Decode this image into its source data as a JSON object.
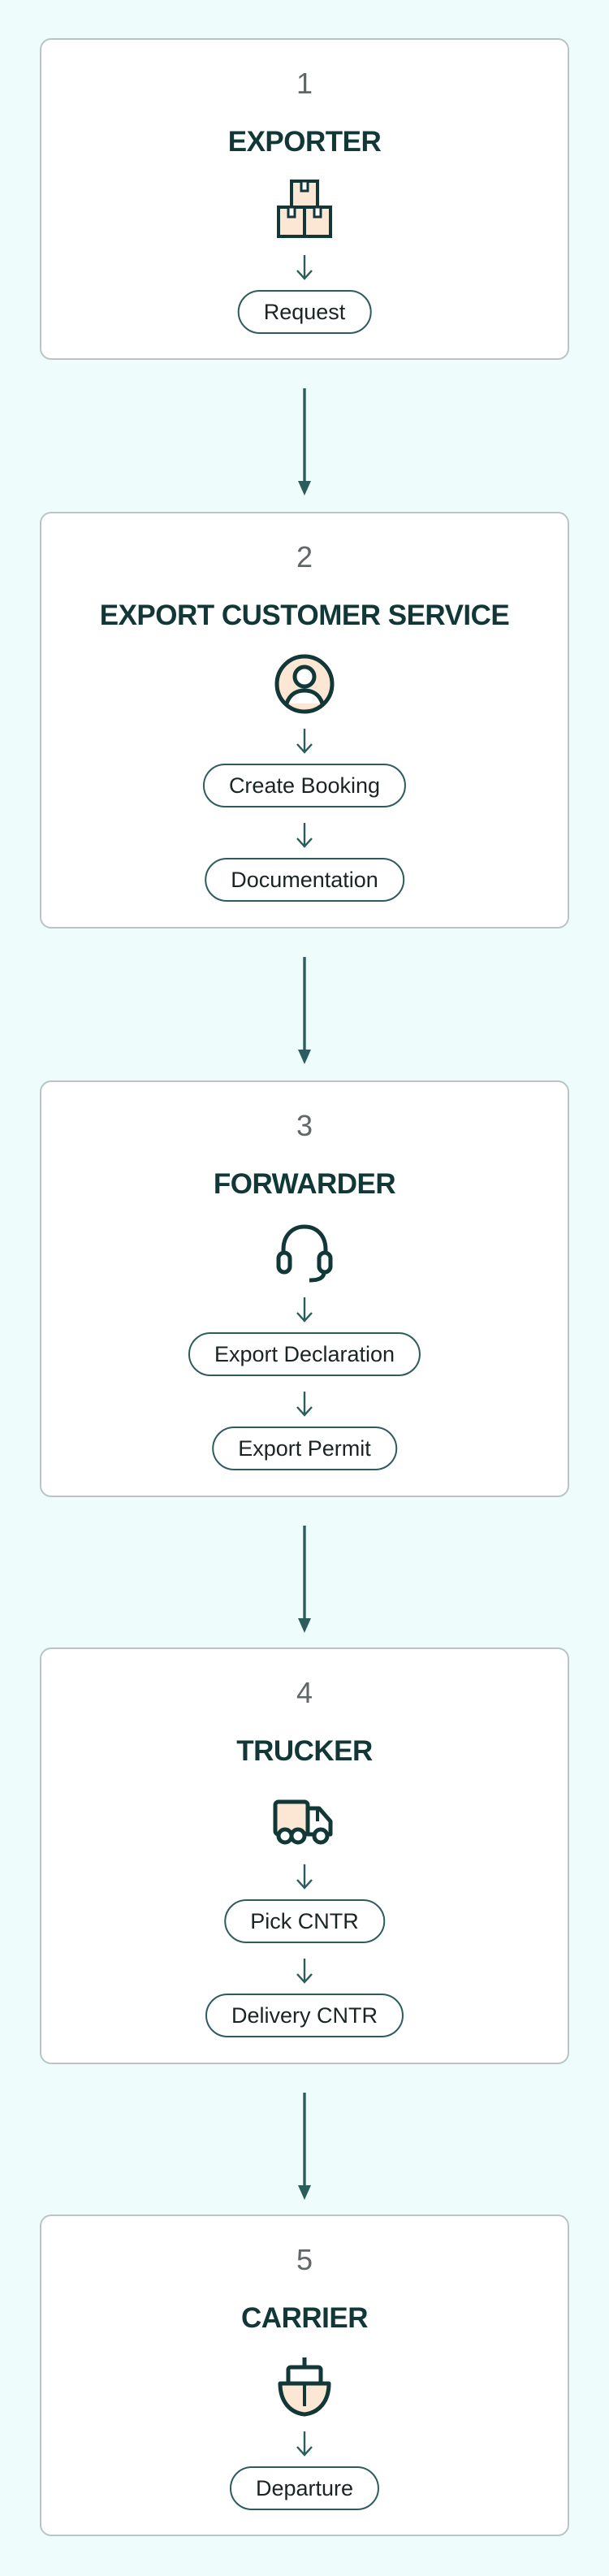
{
  "steps": [
    {
      "number": "1",
      "title": "EXPORTER",
      "icon": "boxes-icon",
      "actions": [
        "Request"
      ]
    },
    {
      "number": "2",
      "title": "EXPORT CUSTOMER SERVICE",
      "icon": "user-icon",
      "actions": [
        "Create Booking",
        "Documentation"
      ]
    },
    {
      "number": "3",
      "title": "FORWARDER",
      "icon": "headset-icon",
      "actions": [
        "Export Declaration",
        "Export Permit"
      ]
    },
    {
      "number": "4",
      "title": "TRUCKER",
      "icon": "truck-icon",
      "actions": [
        "Pick CNTR",
        "Delivery CNTR"
      ]
    },
    {
      "number": "5",
      "title": "CARRIER",
      "icon": "ship-icon",
      "actions": [
        "Departure"
      ]
    }
  ],
  "colors": {
    "background": "#effcfc",
    "card": "#ffffff",
    "card_border": "#b9c4c4",
    "title": "#113737",
    "accent": "#2d5c5c",
    "icon_fill": "#fbe7d3"
  }
}
